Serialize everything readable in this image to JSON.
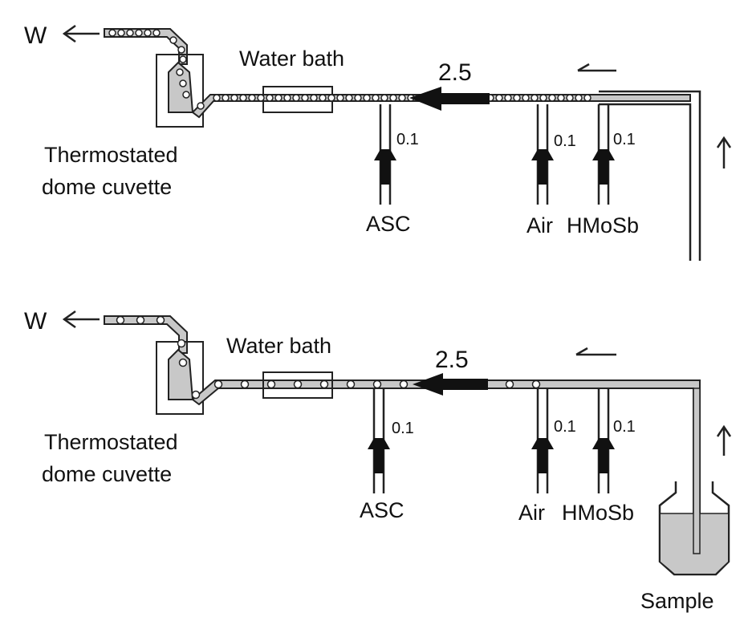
{
  "diagrams": [
    {
      "waste_label": "W",
      "water_bath_label": "Water bath",
      "cuvette_label_line1": "Thermostated",
      "cuvette_label_line2": "dome cuvette",
      "main_flow_rate": "2.5",
      "asc_rate": "0.1",
      "air_rate": "0.1",
      "hmosb_rate": "0.1",
      "asc_label": "ASC",
      "air_label": "Air",
      "hmosb_label": "HMoSb"
    },
    {
      "waste_label": "W",
      "water_bath_label": "Water bath",
      "cuvette_label_line1": "Thermostated",
      "cuvette_label_line2": "dome cuvette",
      "main_flow_rate": "2.5",
      "asc_rate": "0.1",
      "air_rate": "0.1",
      "hmosb_rate": "0.1",
      "asc_label": "ASC",
      "air_label": "Air",
      "hmosb_label": "HMoSb",
      "sample_label": "Sample"
    }
  ],
  "colors": {
    "tube_fill": "#c8c8c8",
    "line": "#222222"
  }
}
